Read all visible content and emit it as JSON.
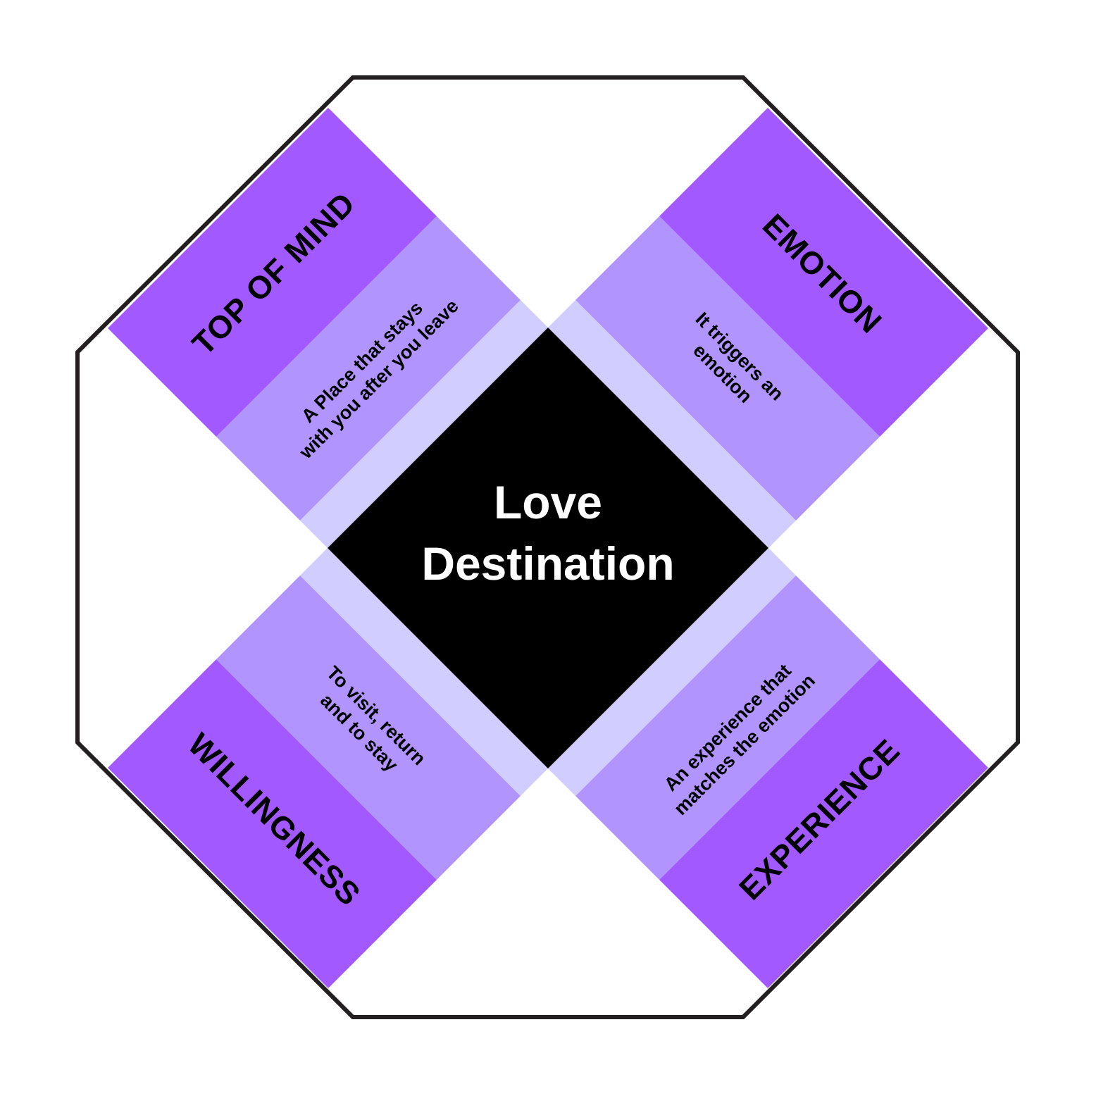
{
  "center": {
    "line1": "Love",
    "line2": "Destination"
  },
  "quadrants": {
    "top_left": {
      "title": "TOP OF MIND",
      "desc_line1": "A Place that stays",
      "desc_line2": "with you after you leave"
    },
    "top_right": {
      "title": "EMOTION",
      "desc_line1": "It triggers an",
      "desc_line2": "emotion"
    },
    "bottom_left": {
      "title": "WILLINGNESS",
      "desc_line1": "To visit, return",
      "desc_line2": "and to stay"
    },
    "bottom_right": {
      "title": "EXPERIENCE",
      "desc_line1": "An experience that",
      "desc_line2": "matches the emotion"
    }
  },
  "colors": {
    "outline": "#231f20",
    "center": "#000000",
    "outer_band": "#a259ff",
    "middle_band": "#b294ff",
    "inner_band": "#d1ceff",
    "center_text": "#ffffff",
    "label_text": "#000000"
  }
}
